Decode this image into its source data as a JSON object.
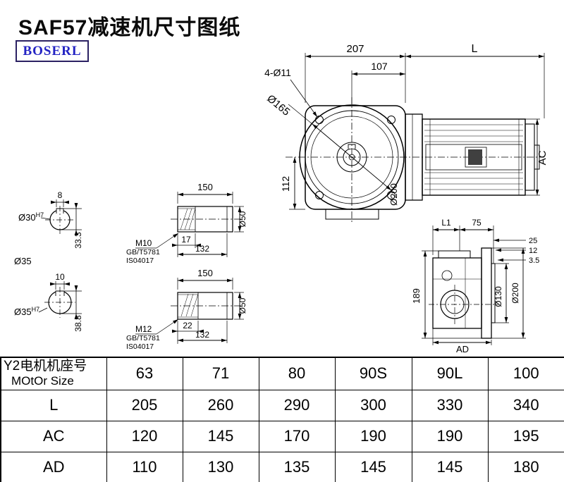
{
  "page": {
    "title": "SAF57减速机尺寸图纸",
    "logo": "BOSERL"
  },
  "colors": {
    "logo_text": "#2323c3",
    "logo_border": "#2b2163",
    "line": "#000000"
  },
  "front_view": {
    "dim_207": "207",
    "dim_L": "L",
    "bolt_holes": "4-Ø11",
    "dim_107": "107",
    "dia_165": "Ø165",
    "dim_112": "112",
    "dim_AC": "AC",
    "dia_200": "Ø200"
  },
  "sections": {
    "top": {
      "key_width": "8",
      "bore": "Ø30",
      "bore_tol": "H7",
      "depth": "33.3"
    },
    "shaft_dia_label": "Ø35",
    "bottom": {
      "key_width": "10",
      "bore": "Ø35",
      "bore_tol": "H7",
      "depth": "38.8"
    }
  },
  "shaft_views": {
    "top": {
      "length": "150",
      "dia": "Ø50",
      "thread": "M10",
      "thread_len": "17",
      "step_len": "132",
      "std1": "GB/T5781",
      "std2": "IS04017"
    },
    "bottom": {
      "length": "150",
      "dia": "Ø50",
      "thread": "M12",
      "thread_len": "22",
      "step_len": "132",
      "std1": "GB/T5781",
      "std2": "IS04017"
    }
  },
  "side_view": {
    "dim_L1": "L1",
    "dim_75": "75",
    "dim_25": "25",
    "dim_12": "12",
    "dim_3_5": "3.5",
    "dim_189": "189",
    "dia_130": "Ø130",
    "dia_200": "Ø200",
    "dim_AD": "AD"
  },
  "table": {
    "header_cn": "Y2电机机座号",
    "header_en": "MOtOr Size",
    "sizes": [
      "63",
      "71",
      "80",
      "90S",
      "90L",
      "100"
    ],
    "rows": [
      {
        "label": "L",
        "values": [
          "205",
          "260",
          "290",
          "300",
          "330",
          "340"
        ]
      },
      {
        "label": "AC",
        "values": [
          "120",
          "145",
          "170",
          "190",
          "190",
          "195"
        ]
      },
      {
        "label": "AD",
        "values": [
          "110",
          "130",
          "135",
          "145",
          "145",
          "180"
        ]
      }
    ]
  }
}
